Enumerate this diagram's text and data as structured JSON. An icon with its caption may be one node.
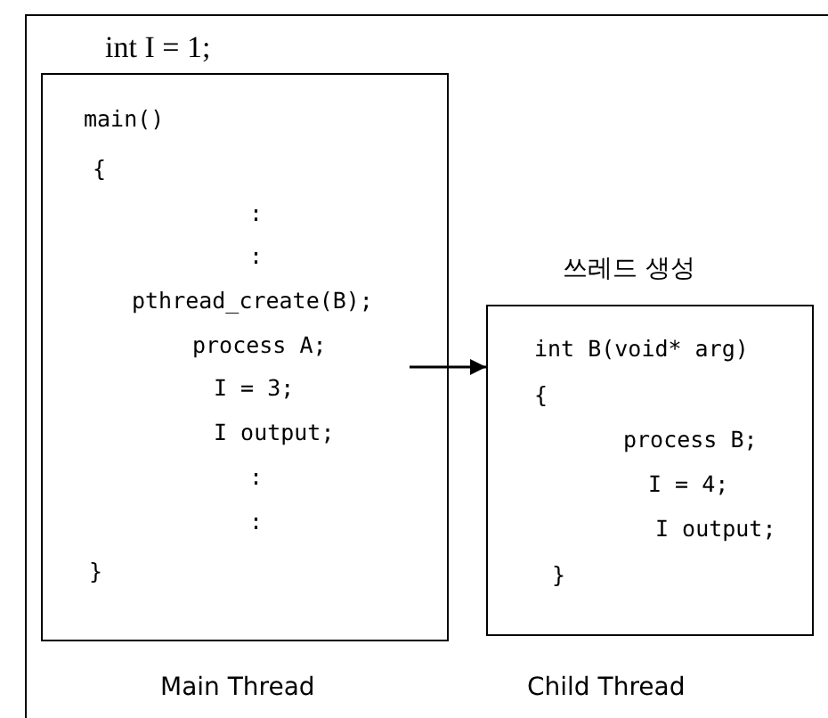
{
  "diagram": {
    "nodes": [
      {
        "text": [
          "int I = 1;"
        ]
      },
      {
        "text": [
          "main()",
          "{",
          ":",
          ":",
          "pthread_create(B);",
          "process A;",
          "I = 3;",
          "I output;",
          ":",
          ":",
          "}"
        ],
        "beside": [
          "Main Thread"
        ],
        "in": 0
      },
      {
        "text": [
          "쓰레드 생성",
          "int B(void* arg)",
          "{",
          "process B;",
          "I = 4;",
          "I output;",
          "}"
        ],
        "beside": [
          "Child Thread"
        ],
        "in": 0
      }
    ],
    "edges": [
      {
        "from": 1,
        "to": 2,
        "arrow": "to"
      }
    ]
  }
}
